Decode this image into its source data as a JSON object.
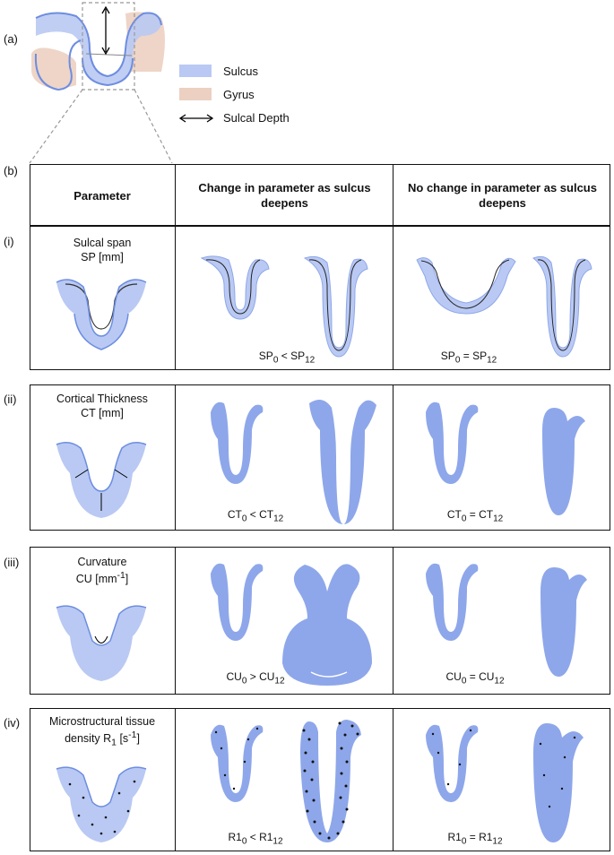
{
  "panel_labels": {
    "a": "(a)",
    "b": "(b)"
  },
  "legend": {
    "sulcus": "Sulcus",
    "gyrus": "Gyrus",
    "depth": "Sulcal Depth",
    "sulcus_color": "#b9c9f3",
    "gyrus_color": "#ecd0c1"
  },
  "header": {
    "parameter": "Parameter",
    "change": "Change in parameter as sulcus deepens",
    "nochange": "No change in parameter as sulcus deepens"
  },
  "rows": [
    {
      "label": "(i)",
      "param_line1": "Sulcal span",
      "param_line2": "SP [mm]",
      "change_eq": {
        "base": "SP",
        "sub1": "0",
        "op": " < ",
        "base2": "SP",
        "sub2": "12"
      },
      "nochange_eq": {
        "base": "SP",
        "sub1": "0",
        "op": " = ",
        "base2": "SP",
        "sub2": "12"
      }
    },
    {
      "label": "(ii)",
      "param_line1": "Cortical Thickness",
      "param_line2": "CT [mm]",
      "change_eq": {
        "base": "CT",
        "sub1": "0",
        "op": " < ",
        "base2": "CT",
        "sub2": "12"
      },
      "nochange_eq": {
        "base": "CT",
        "sub1": "0",
        "op": " = ",
        "base2": "CT",
        "sub2": "12"
      }
    },
    {
      "label": "(iii)",
      "param_line1": "Curvature",
      "param_line2_base": "CU [mm",
      "param_line2_sup": "-1",
      "param_line2_end": "]",
      "change_eq": {
        "base": "CU",
        "sub1": "0",
        "op": " > ",
        "base2": "CU",
        "sub2": "12"
      },
      "nochange_eq": {
        "base": "CU",
        "sub1": "0",
        "op": " = ",
        "base2": "CU",
        "sub2": "12"
      }
    },
    {
      "label": "(iv)",
      "param_line1": "Microstructural tissue",
      "param_line2_base": "density R",
      "param_line2_sub": "1",
      "param_line2_end": " [s",
      "param_line2_sup": "-1",
      "param_line2_end2": "]",
      "change_eq": {
        "base": "R1",
        "sub1": "0",
        "op": " < ",
        "base2": "R1",
        "sub2": "12"
      },
      "nochange_eq": {
        "base": "R1",
        "sub1": "0",
        "op": " = ",
        "base2": "R1",
        "sub2": "12"
      }
    }
  ]
}
